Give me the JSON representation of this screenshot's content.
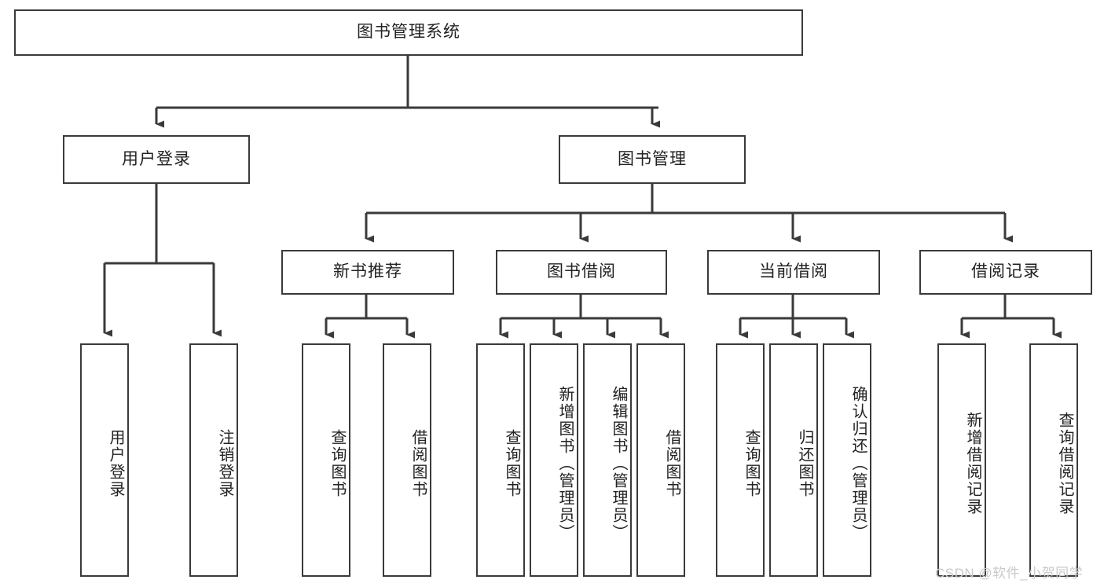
{
  "diagram": {
    "title": "图书管理系统",
    "type": "tree-hierarchy-diagram",
    "watermark": "CSDN @软件_小贺同学",
    "colors": {
      "box_border": "#3a3a3a",
      "box_fill": "#ffffff",
      "connector": "#3a3a3a",
      "text": "#222222",
      "watermark": "#c9c9c9",
      "background": "#ffffff"
    },
    "root": {
      "label": "图书管理系统"
    },
    "level2": [
      {
        "label": "用户登录"
      },
      {
        "label": "图书管理"
      }
    ],
    "level3": [
      {
        "label": "新书推荐"
      },
      {
        "label": "图书借阅"
      },
      {
        "label": "当前借阅"
      },
      {
        "label": "借阅记录"
      }
    ],
    "leaves": {
      "user_login": [
        {
          "label": "用户登录"
        },
        {
          "label": "注销登录"
        }
      ],
      "new_book_recommend": [
        {
          "label": "查询图书"
        },
        {
          "label": "借阅图书"
        }
      ],
      "book_borrow": [
        {
          "label": "查询图书"
        },
        {
          "label": "新增图书（管理员）"
        },
        {
          "label": "编辑图书（管理员）"
        },
        {
          "label": "借阅图书"
        }
      ],
      "current_borrow": [
        {
          "label": "查询图书"
        },
        {
          "label": "归还图书"
        },
        {
          "label": "确认归还（管理员）"
        }
      ],
      "borrow_records": [
        {
          "label": "新增借阅记录"
        },
        {
          "label": "查询借阅记录"
        }
      ]
    }
  }
}
